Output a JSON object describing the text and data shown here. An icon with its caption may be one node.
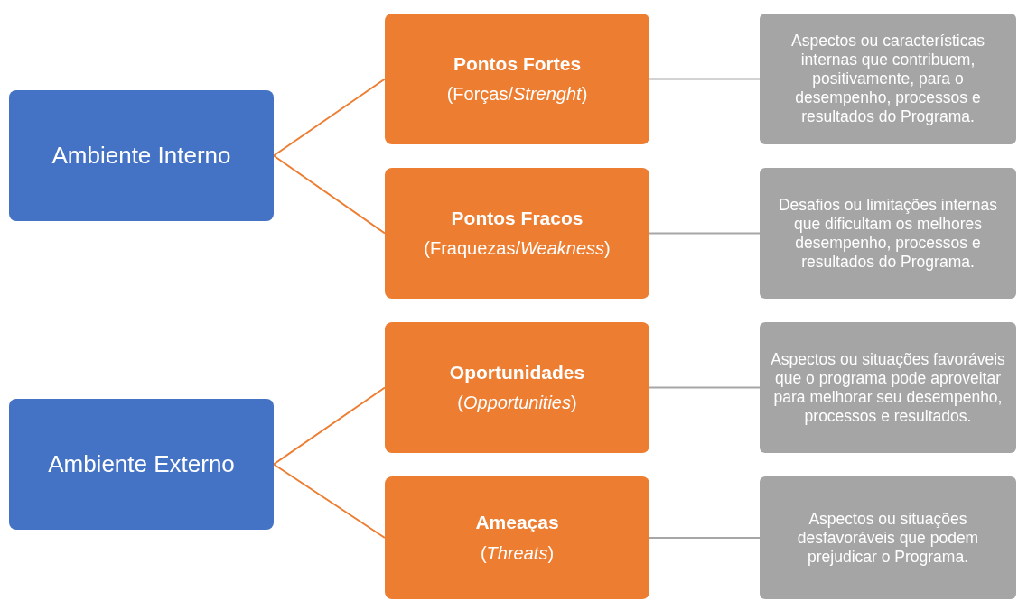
{
  "diagram": {
    "nodes": [
      {
        "text": [
          "Ambiente Interno"
        ]
      },
      {
        "text": [
          "Ambiente Externo"
        ]
      },
      {
        "text": [
          "Pontos Fortes",
          "(Forças/*Strenght*)"
        ]
      },
      {
        "text": [
          "Pontos Fracos",
          "(Fraquezas/*Weakness*)"
        ]
      },
      {
        "text": [
          "Oportunidades",
          "(*Opportunities*)"
        ]
      },
      {
        "text": [
          "Ameaças",
          "(*Threats*)"
        ]
      },
      {
        "text": [
          "Aspectos ou características internas que contribuem, positivamente, para o desempenho, processos e resultados do Programa."
        ]
      },
      {
        "text": [
          "Desafios ou limitações internas que dificultam os melhores desempenho, processos e resultados do Programa."
        ]
      },
      {
        "text": [
          "Aspectos ou situações favoráveis que o programa pode aproveitar para melhorar seu desempenho, processos e resultados."
        ]
      },
      {
        "text": [
          "Aspectos ou situações desfavoráveis que podem prejudicar o Programa."
        ]
      }
    ],
    "edges": [
      {
        "from": 0,
        "to": 2,
        "arrow": "none",
        "color": "#ed7d31"
      },
      {
        "from": 0,
        "to": 3,
        "arrow": "none",
        "color": "#ed7d31"
      },
      {
        "from": 1,
        "to": 4,
        "arrow": "none",
        "color": "#ed7d31"
      },
      {
        "from": 1,
        "to": 5,
        "arrow": "none",
        "color": "#ed7d31"
      },
      {
        "from": 2,
        "to": 6,
        "arrow": "none",
        "color": "#a6a6a6"
      },
      {
        "from": 3,
        "to": 7,
        "arrow": "none",
        "color": "#a6a6a6"
      },
      {
        "from": 4,
        "to": 8,
        "arrow": "none",
        "color": "#a6a6a6"
      },
      {
        "from": 5,
        "to": 9,
        "arrow": "none",
        "color": "#a6a6a6"
      }
    ]
  }
}
